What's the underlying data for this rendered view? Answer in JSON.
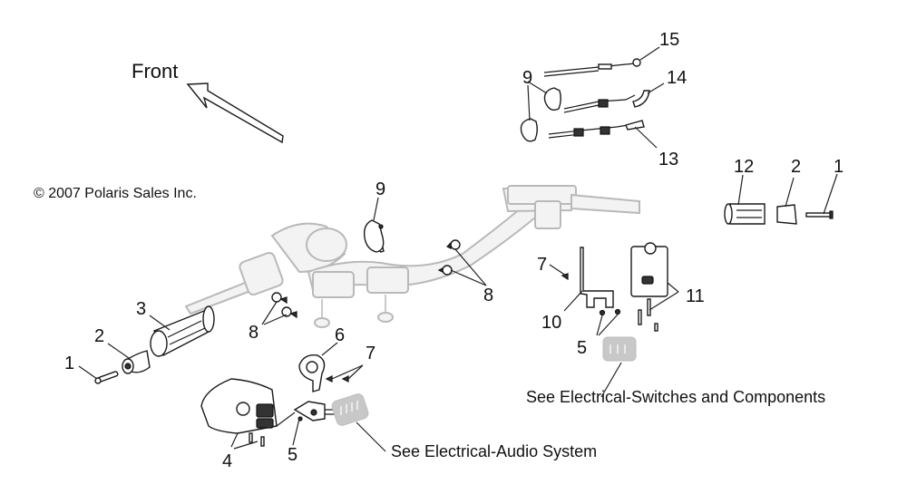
{
  "diagram": {
    "title_direction": "Front",
    "copyright": "© 2007 Polaris Sales Inc.",
    "notes": {
      "audio": "See Electrical-Audio System",
      "switches": "See Electrical-Switches and Components"
    },
    "callouts": [
      {
        "id": "c1-left",
        "label": "1"
      },
      {
        "id": "c2-left",
        "label": "2"
      },
      {
        "id": "c3",
        "label": "3"
      },
      {
        "id": "c4",
        "label": "4"
      },
      {
        "id": "c5-left",
        "label": "5"
      },
      {
        "id": "c6",
        "label": "6"
      },
      {
        "id": "c7-left",
        "label": "7"
      },
      {
        "id": "c8-left",
        "label": "8"
      },
      {
        "id": "c9-center",
        "label": "9"
      },
      {
        "id": "c8-right",
        "label": "8"
      },
      {
        "id": "c7-right",
        "label": "7"
      },
      {
        "id": "c10",
        "label": "10"
      },
      {
        "id": "c5-right",
        "label": "5"
      },
      {
        "id": "c11",
        "label": "11"
      },
      {
        "id": "c12",
        "label": "12"
      },
      {
        "id": "c2-right",
        "label": "2"
      },
      {
        "id": "c1-right",
        "label": "1"
      },
      {
        "id": "c9-top",
        "label": "9"
      },
      {
        "id": "c13",
        "label": "13"
      },
      {
        "id": "c14",
        "label": "14"
      },
      {
        "id": "c15",
        "label": "15"
      }
    ]
  }
}
